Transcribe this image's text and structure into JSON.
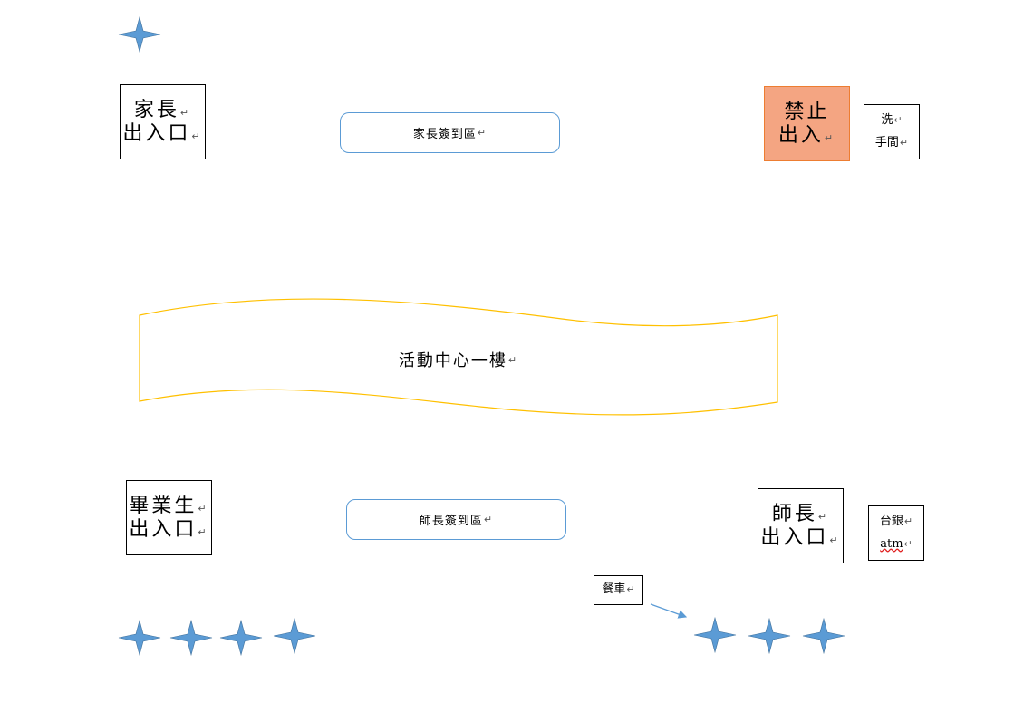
{
  "colors": {
    "star_fill": "#5b9bd5",
    "banner_stroke": "#ffc000",
    "orange_fill": "#f4a582",
    "orange_border": "#ed7d31",
    "rounded_border": "#5b9bd5",
    "arrow": "#5b9bd5"
  },
  "icons": {
    "star": "four-point-star-icon",
    "paragraph_mark": "↵"
  },
  "labels": {
    "parent_entrance": [
      "家長",
      "出入口"
    ],
    "parent_signin": "家長簽到區",
    "no_entry": [
      "禁止",
      "出入"
    ],
    "restroom": [
      "洗",
      "手間"
    ],
    "activity_center": "活動中心一樓",
    "graduate_entrance": [
      "畢業生",
      "出入口"
    ],
    "teacher_signin": "師長簽到區",
    "teacher_entrance": [
      "師長",
      "出入口"
    ],
    "bank": [
      "台銀",
      "atm"
    ],
    "food_truck": "餐車"
  }
}
